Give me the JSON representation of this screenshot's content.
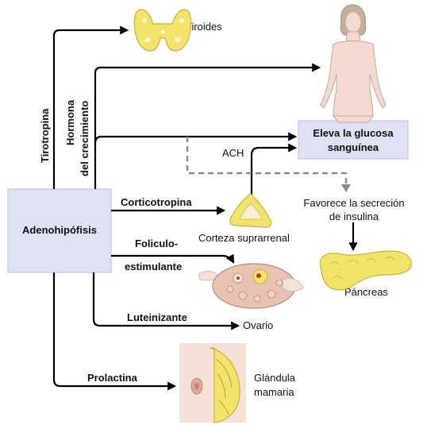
{
  "source": {
    "label": "Adenohipófisis"
  },
  "hormones": {
    "tirotropina": "Tirotropina",
    "hormona_line1": "Hormona",
    "hormona_line2": "del crecimiento",
    "corticotropina": "Corticotropina",
    "foliculo_line1": "Foliculo-",
    "foliculo_line2": "estimulante",
    "luteinizante": "Luteinizante",
    "prolactina": "Prolactina"
  },
  "targets": {
    "tiroides": "Tiroides",
    "corteza": "Corteza suprarrenal",
    "ovario": "Ovario",
    "pancreas": "Páncreas",
    "glandula_line1": "Glándula",
    "glandula_line2": "mamaria"
  },
  "effects": {
    "glucose_line1": "Eleva la glucosa",
    "glucose_line2": "sanguínea",
    "ach": "ACH",
    "insulin_line1": "Favorece la secreción",
    "insulin_line2": "de insulina"
  },
  "colors": {
    "box_fill": "#dfe2f3",
    "box_border": "#b9bfdc",
    "gland_yellow": "#f2e46a",
    "gland_outline": "#c9b23a",
    "skin": "#f3d9cf",
    "dashed": "#8a8a8a"
  }
}
